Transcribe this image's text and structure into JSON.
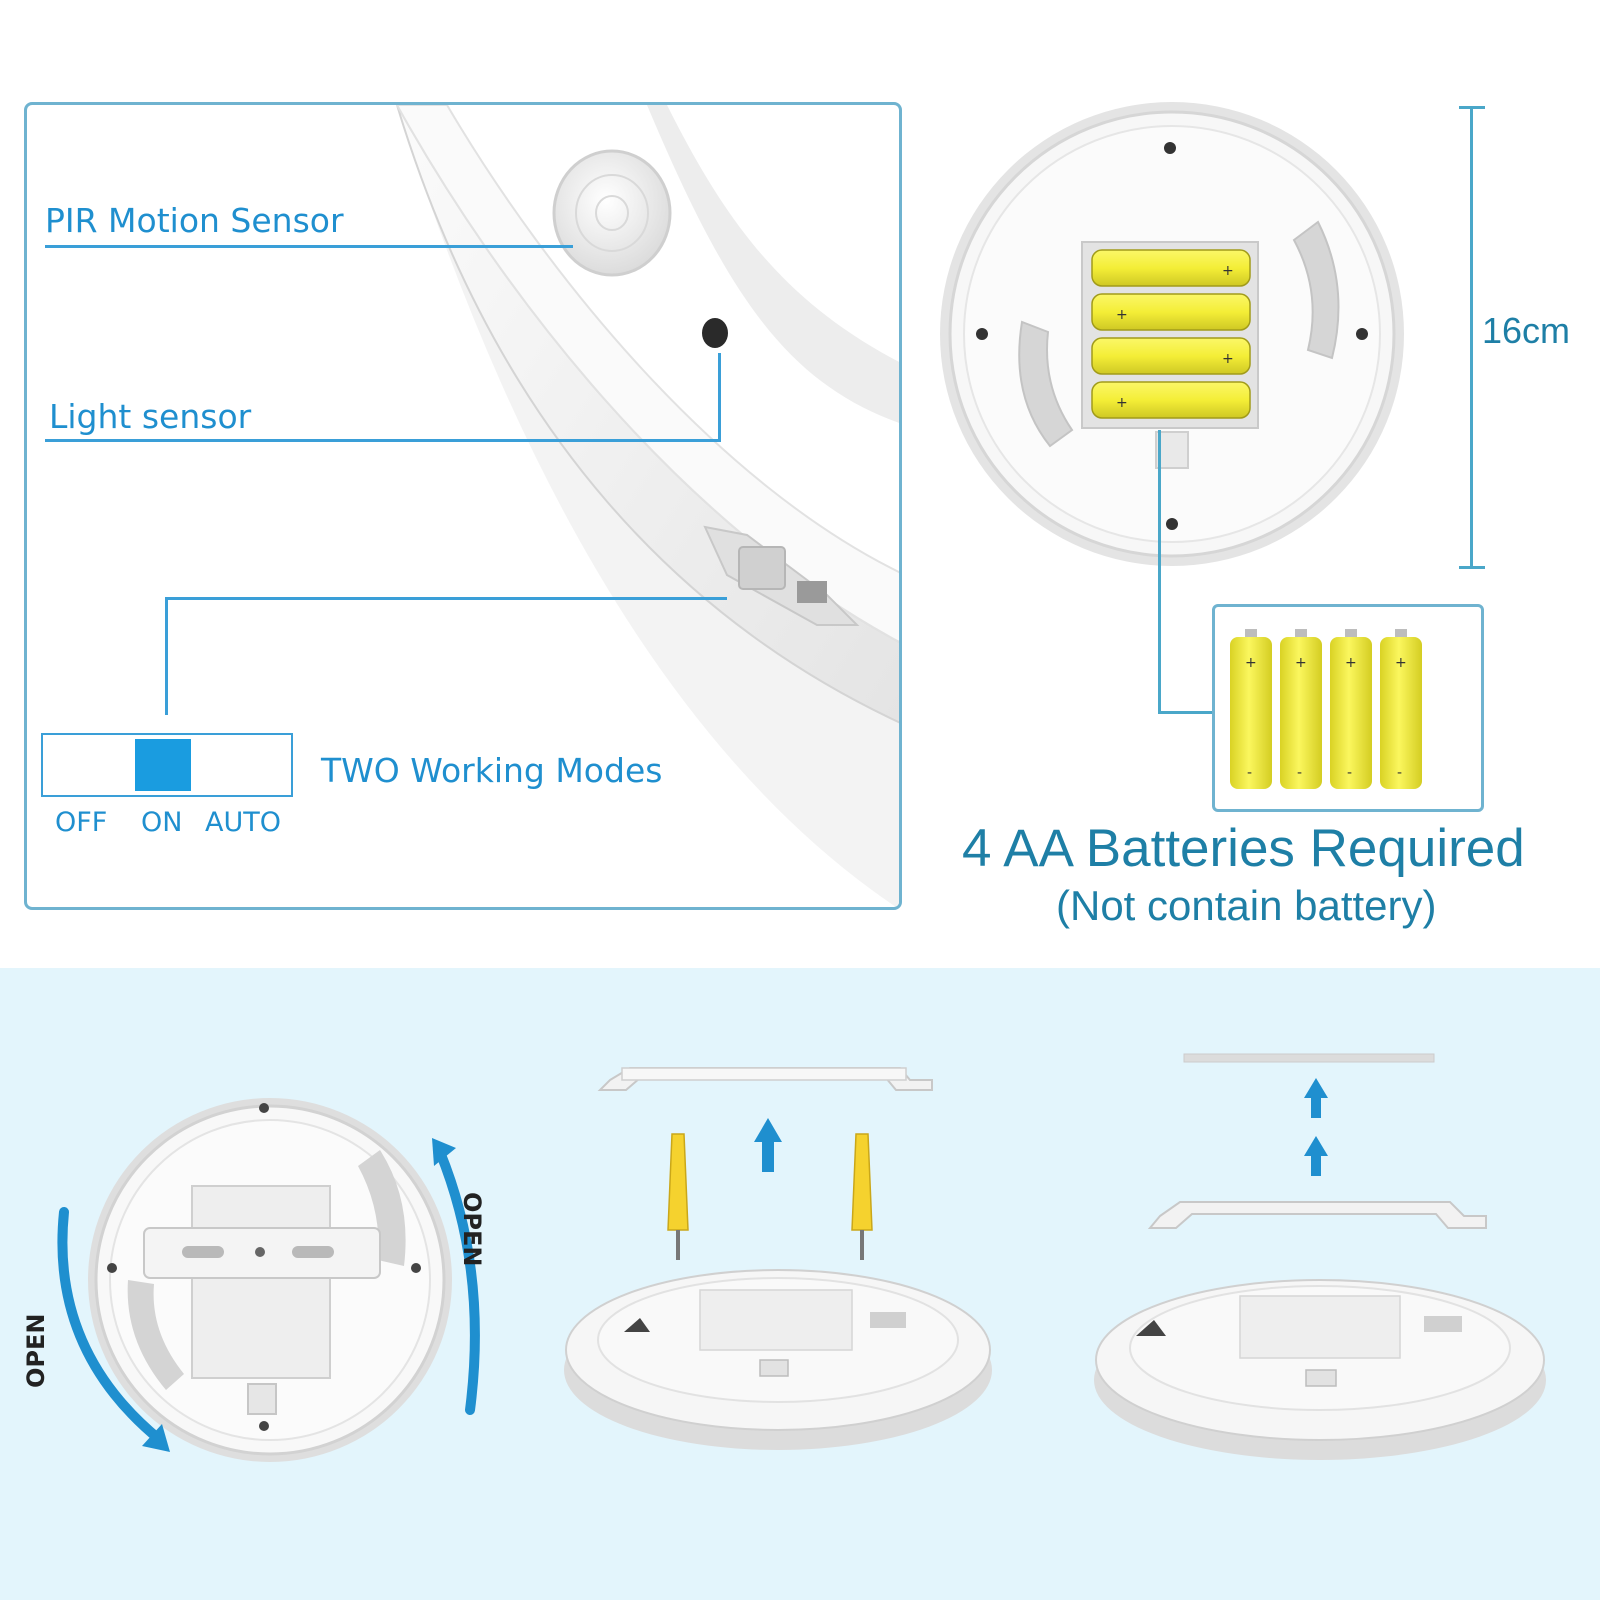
{
  "features": {
    "pir_label": "PIR Motion Sensor",
    "light_label": "Light sensor",
    "modes_label": "TWO Working Modes",
    "switch_positions": [
      "OFF",
      "ON",
      "AUTO"
    ]
  },
  "batteries": {
    "dimension": "16cm",
    "title": "4 AA Batteries Required",
    "subtitle": "(Not contain battery)"
  },
  "install": {
    "open_label": "OPEN"
  },
  "colors": {
    "accent": "#1f8fcf",
    "frame": "#6fb3d0",
    "battery_yellow": "#f4ee37",
    "band": "#e3f5fc"
  }
}
